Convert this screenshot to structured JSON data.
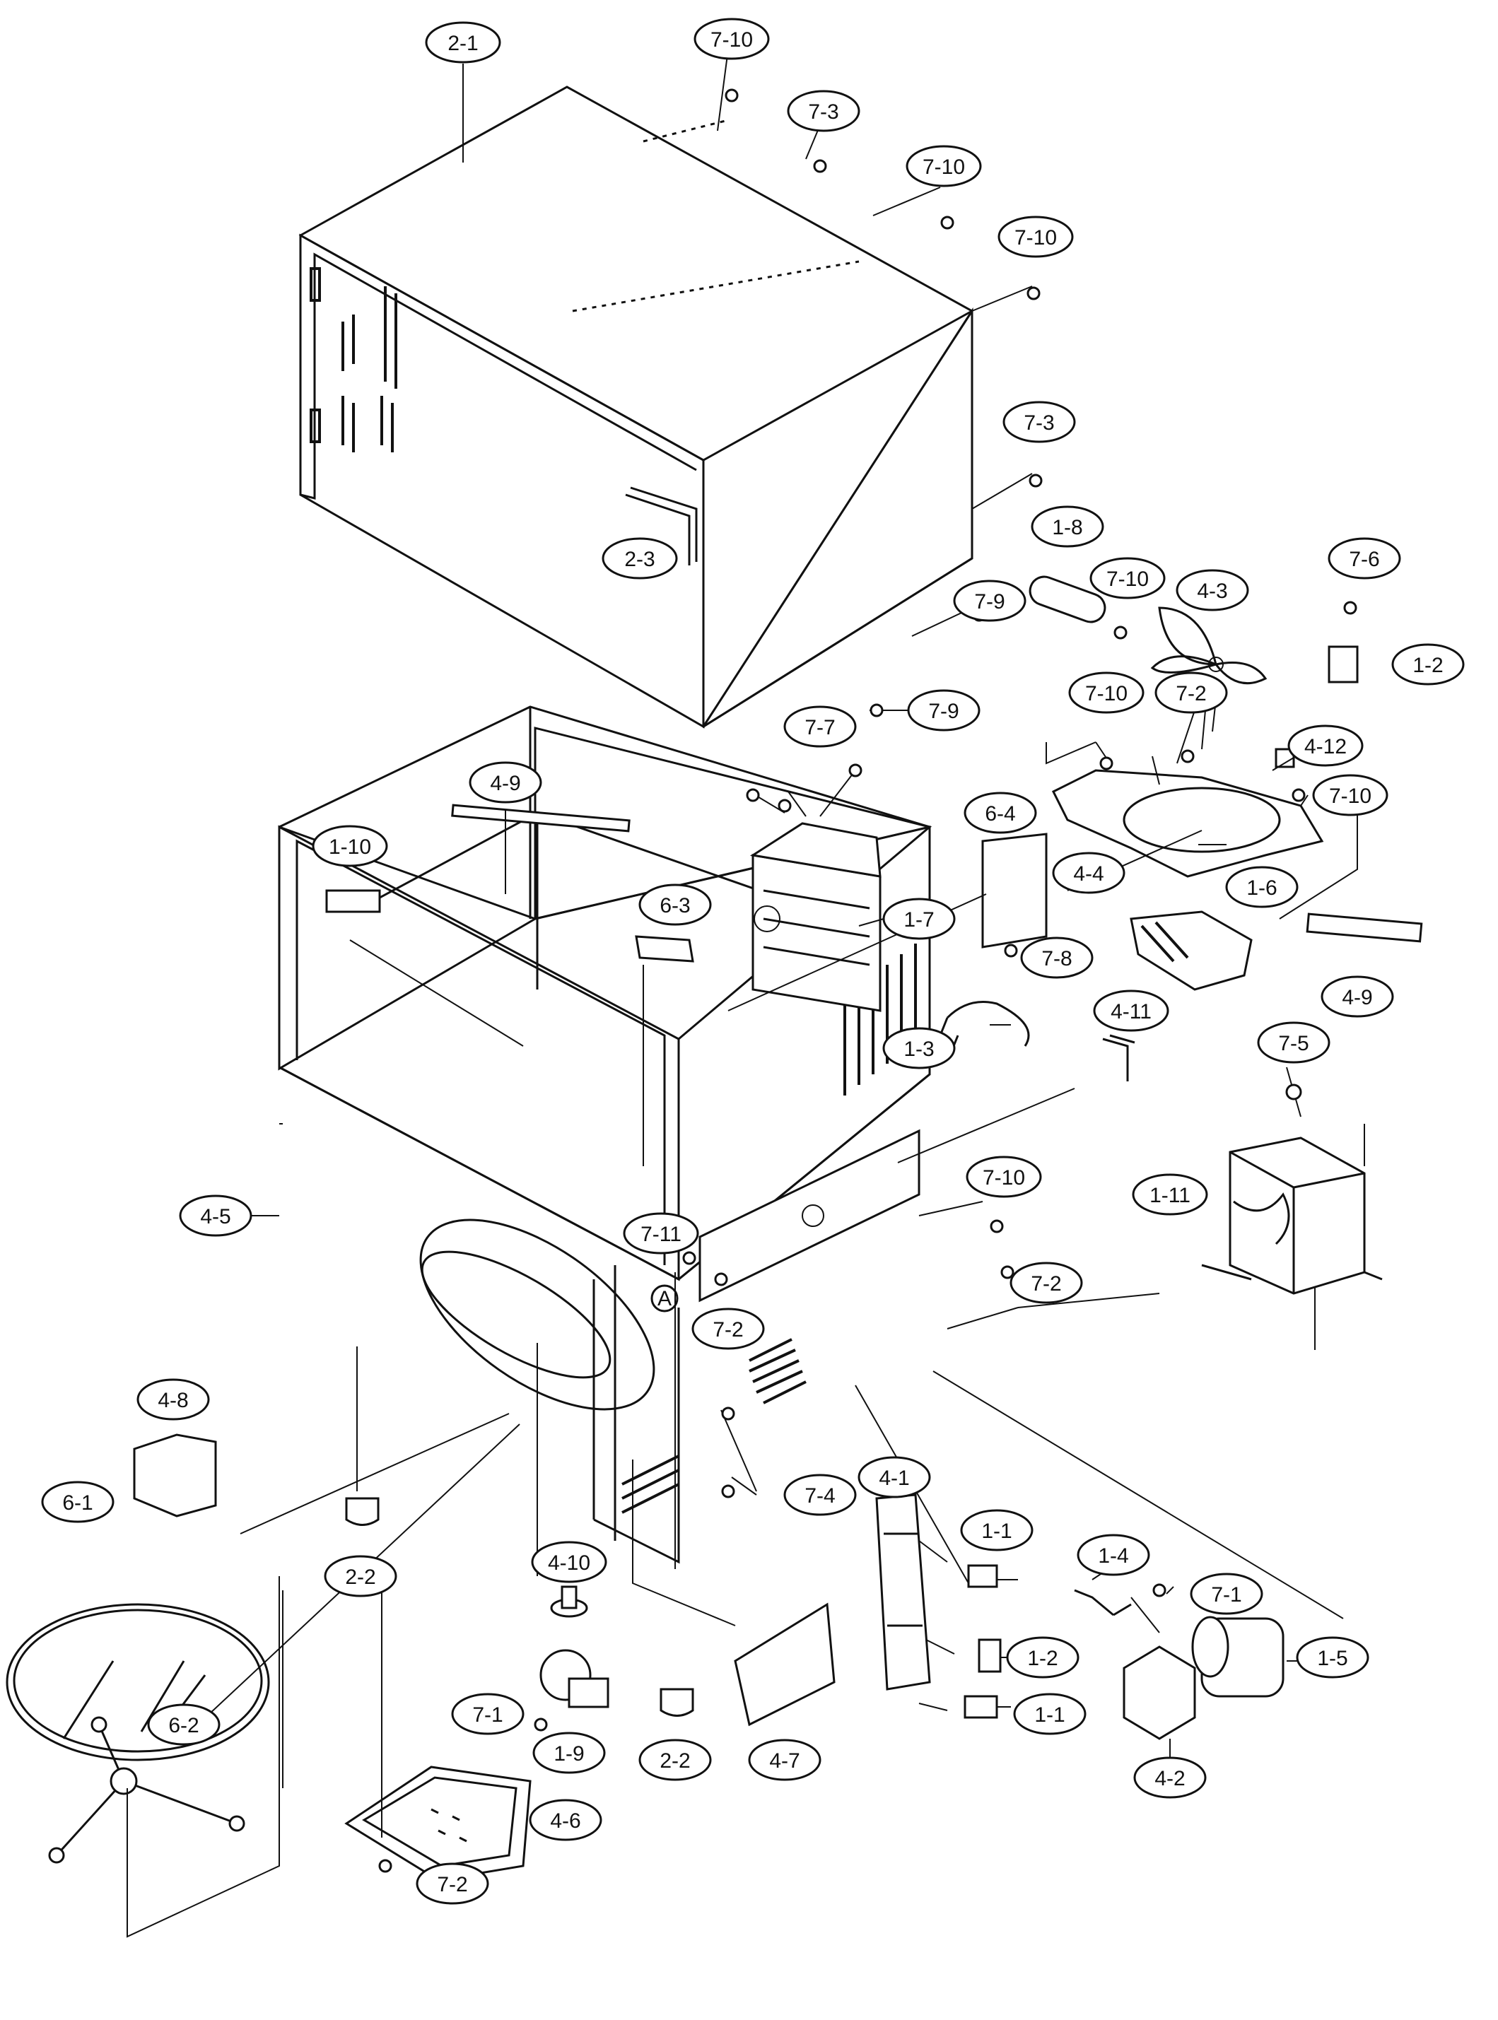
{
  "callouts": [
    {
      "id": "c-2-1",
      "label": "2-1"
    },
    {
      "id": "c-7-10a",
      "label": "7-10"
    },
    {
      "id": "c-7-3a",
      "label": "7-3"
    },
    {
      "id": "c-7-10b",
      "label": "7-10"
    },
    {
      "id": "c-7-10c",
      "label": "7-10"
    },
    {
      "id": "c-7-3b",
      "label": "7-3"
    },
    {
      "id": "c-2-3",
      "label": "2-3"
    },
    {
      "id": "c-1-8",
      "label": "1-8"
    },
    {
      "id": "c-7-10d",
      "label": "7-10"
    },
    {
      "id": "c-4-3",
      "label": "4-3"
    },
    {
      "id": "c-7-6",
      "label": "7-6"
    },
    {
      "id": "c-1-2a",
      "label": "1-2"
    },
    {
      "id": "c-7-9a",
      "label": "7-9"
    },
    {
      "id": "c-7-9b",
      "label": "7-9"
    },
    {
      "id": "c-7-7",
      "label": "7-7"
    },
    {
      "id": "c-7-10e",
      "label": "7-10"
    },
    {
      "id": "c-7-2a",
      "label": "7-2"
    },
    {
      "id": "c-4-12",
      "label": "4-12"
    },
    {
      "id": "c-7-10f",
      "label": "7-10"
    },
    {
      "id": "c-4-9a",
      "label": "4-9"
    },
    {
      "id": "c-1-10",
      "label": "1-10"
    },
    {
      "id": "c-6-3",
      "label": "6-3"
    },
    {
      "id": "c-1-7",
      "label": "1-7"
    },
    {
      "id": "c-6-4",
      "label": "6-4"
    },
    {
      "id": "c-4-4",
      "label": "4-4"
    },
    {
      "id": "c-1-6",
      "label": "1-6"
    },
    {
      "id": "c-7-8",
      "label": "7-8"
    },
    {
      "id": "c-4-9b",
      "label": "4-9"
    },
    {
      "id": "c-1-3",
      "label": "1-3"
    },
    {
      "id": "c-4-11",
      "label": "4-11"
    },
    {
      "id": "c-7-5",
      "label": "7-5"
    },
    {
      "id": "c-1-11",
      "label": "1-11"
    },
    {
      "id": "c-4-5",
      "label": "4-5"
    },
    {
      "id": "c-7-11",
      "label": "7-11"
    },
    {
      "id": "c-7-10g",
      "label": "7-10"
    },
    {
      "id": "c-7-2b",
      "label": "7-2"
    },
    {
      "id": "c-7-2c",
      "label": "7-2"
    },
    {
      "id": "c-4-8",
      "label": "4-8"
    },
    {
      "id": "c-6-1",
      "label": "6-1"
    },
    {
      "id": "c-2-2a",
      "label": "2-2"
    },
    {
      "id": "c-7-4",
      "label": "7-4"
    },
    {
      "id": "c-4-1",
      "label": "4-1"
    },
    {
      "id": "c-1-1a",
      "label": "1-1"
    },
    {
      "id": "c-1-4",
      "label": "1-4"
    },
    {
      "id": "c-7-1a",
      "label": "7-1"
    },
    {
      "id": "c-4-10",
      "label": "4-10"
    },
    {
      "id": "c-1-2b",
      "label": "1-2"
    },
    {
      "id": "c-1-5",
      "label": "1-5"
    },
    {
      "id": "c-7-1b",
      "label": "7-1"
    },
    {
      "id": "c-1-9",
      "label": "1-9"
    },
    {
      "id": "c-2-2b",
      "label": "2-2"
    },
    {
      "id": "c-4-7",
      "label": "4-7"
    },
    {
      "id": "c-1-1b",
      "label": "1-1"
    },
    {
      "id": "c-6-2",
      "label": "6-2"
    },
    {
      "id": "c-4-2",
      "label": "4-2"
    },
    {
      "id": "c-4-6",
      "label": "4-6"
    },
    {
      "id": "c-7-2d",
      "label": "7-2"
    }
  ],
  "reference_mark": "A"
}
